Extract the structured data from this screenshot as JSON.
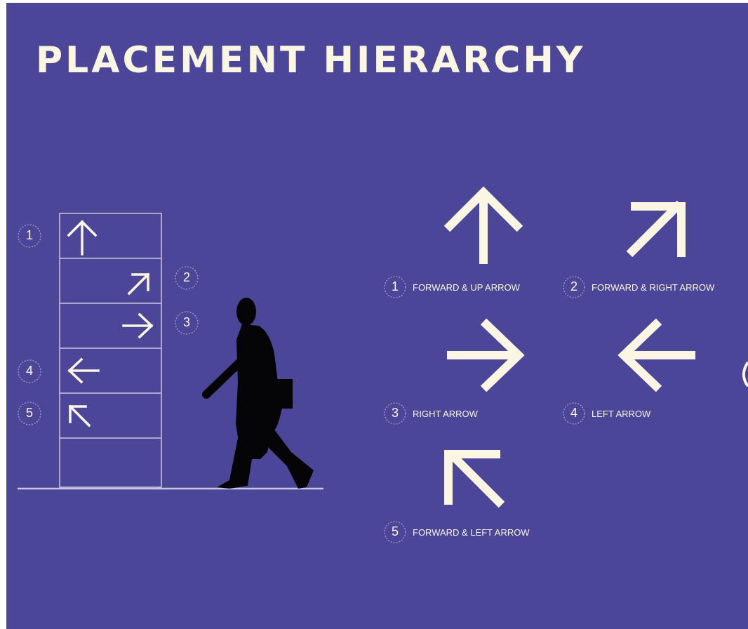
{
  "title": "PLACEMENT HIERARCHY",
  "colors": {
    "background": "#4c4698",
    "ink": "#fbf6e3",
    "silhouette": "#050508"
  },
  "sign_numbers": [
    "1",
    "2",
    "3",
    "4",
    "5"
  ],
  "arrows": [
    {
      "number": "1",
      "label": "FORWARD & UP ARROW",
      "icon": "arrow-up-icon"
    },
    {
      "number": "2",
      "label": "FORWARD & RIGHT ARROW",
      "icon": "arrow-up-right-icon"
    },
    {
      "number": "3",
      "label": "RIGHT ARROW",
      "icon": "arrow-right-icon"
    },
    {
      "number": "4",
      "label": "LEFT ARROW",
      "icon": "arrow-left-icon"
    },
    {
      "number": "5",
      "label": "FORWARD & LEFT ARROW",
      "icon": "arrow-up-left-icon"
    }
  ]
}
